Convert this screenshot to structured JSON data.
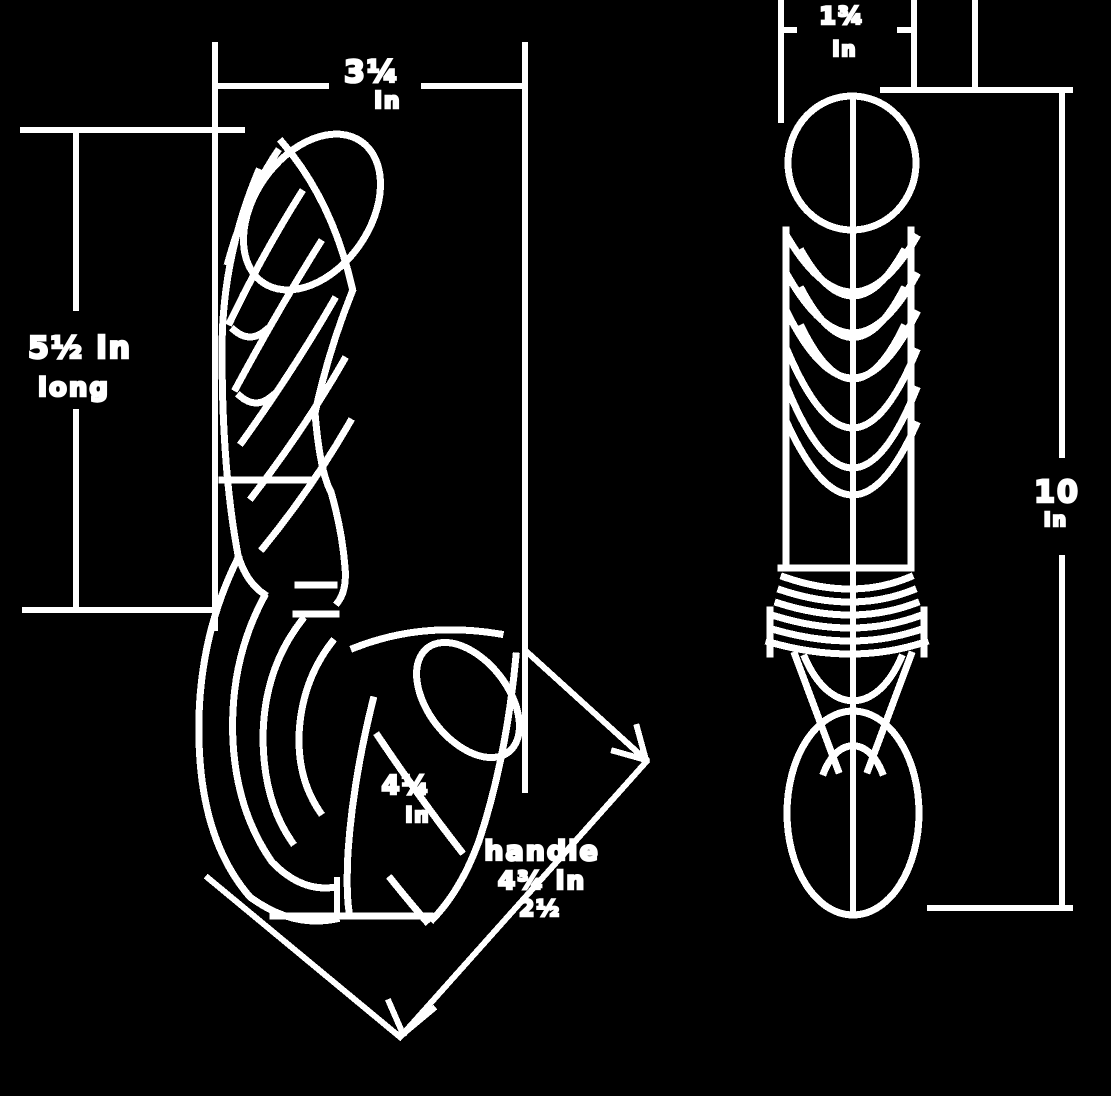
{
  "colors": {
    "background": "#000000",
    "line": "#ffffff"
  },
  "labels": {
    "left_overall_width": {
      "lines": [
        "3¼",
        "in"
      ]
    },
    "left_upper_length": {
      "lines": [
        "5½ in",
        "long"
      ]
    },
    "handle_width": {
      "lines": [
        "4¼",
        "in"
      ]
    },
    "handle_length": {
      "lines": [
        "handle",
        "4¾ in",
        "2½"
      ]
    },
    "right_width": {
      "lines": [
        "1¾",
        "in"
      ]
    },
    "right_overall_height": {
      "lines": [
        "10",
        "in"
      ]
    }
  }
}
